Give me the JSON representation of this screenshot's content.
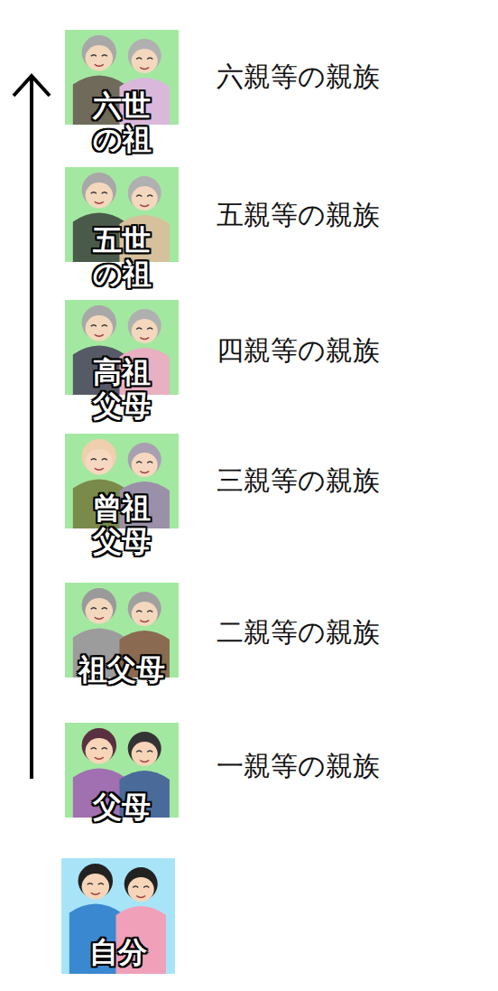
{
  "diagram": {
    "nodes": [
      {
        "text": [
          "六世 の祖"
        ]
      },
      {
        "text": [
          "五世 の祖"
        ]
      },
      {
        "text": [
          "高祖 父母"
        ]
      },
      {
        "text": [
          "曾祖 父母"
        ]
      },
      {
        "text": [
          "祖父母"
        ]
      },
      {
        "text": [
          "父母"
        ]
      },
      {
        "text": [
          "自分"
        ]
      }
    ],
    "labels": [
      "六親等の親族",
      "五親等の親族",
      "四親等の親族",
      "三親等の親族",
      "二親等の親族",
      "一親等の親族"
    ]
  }
}
